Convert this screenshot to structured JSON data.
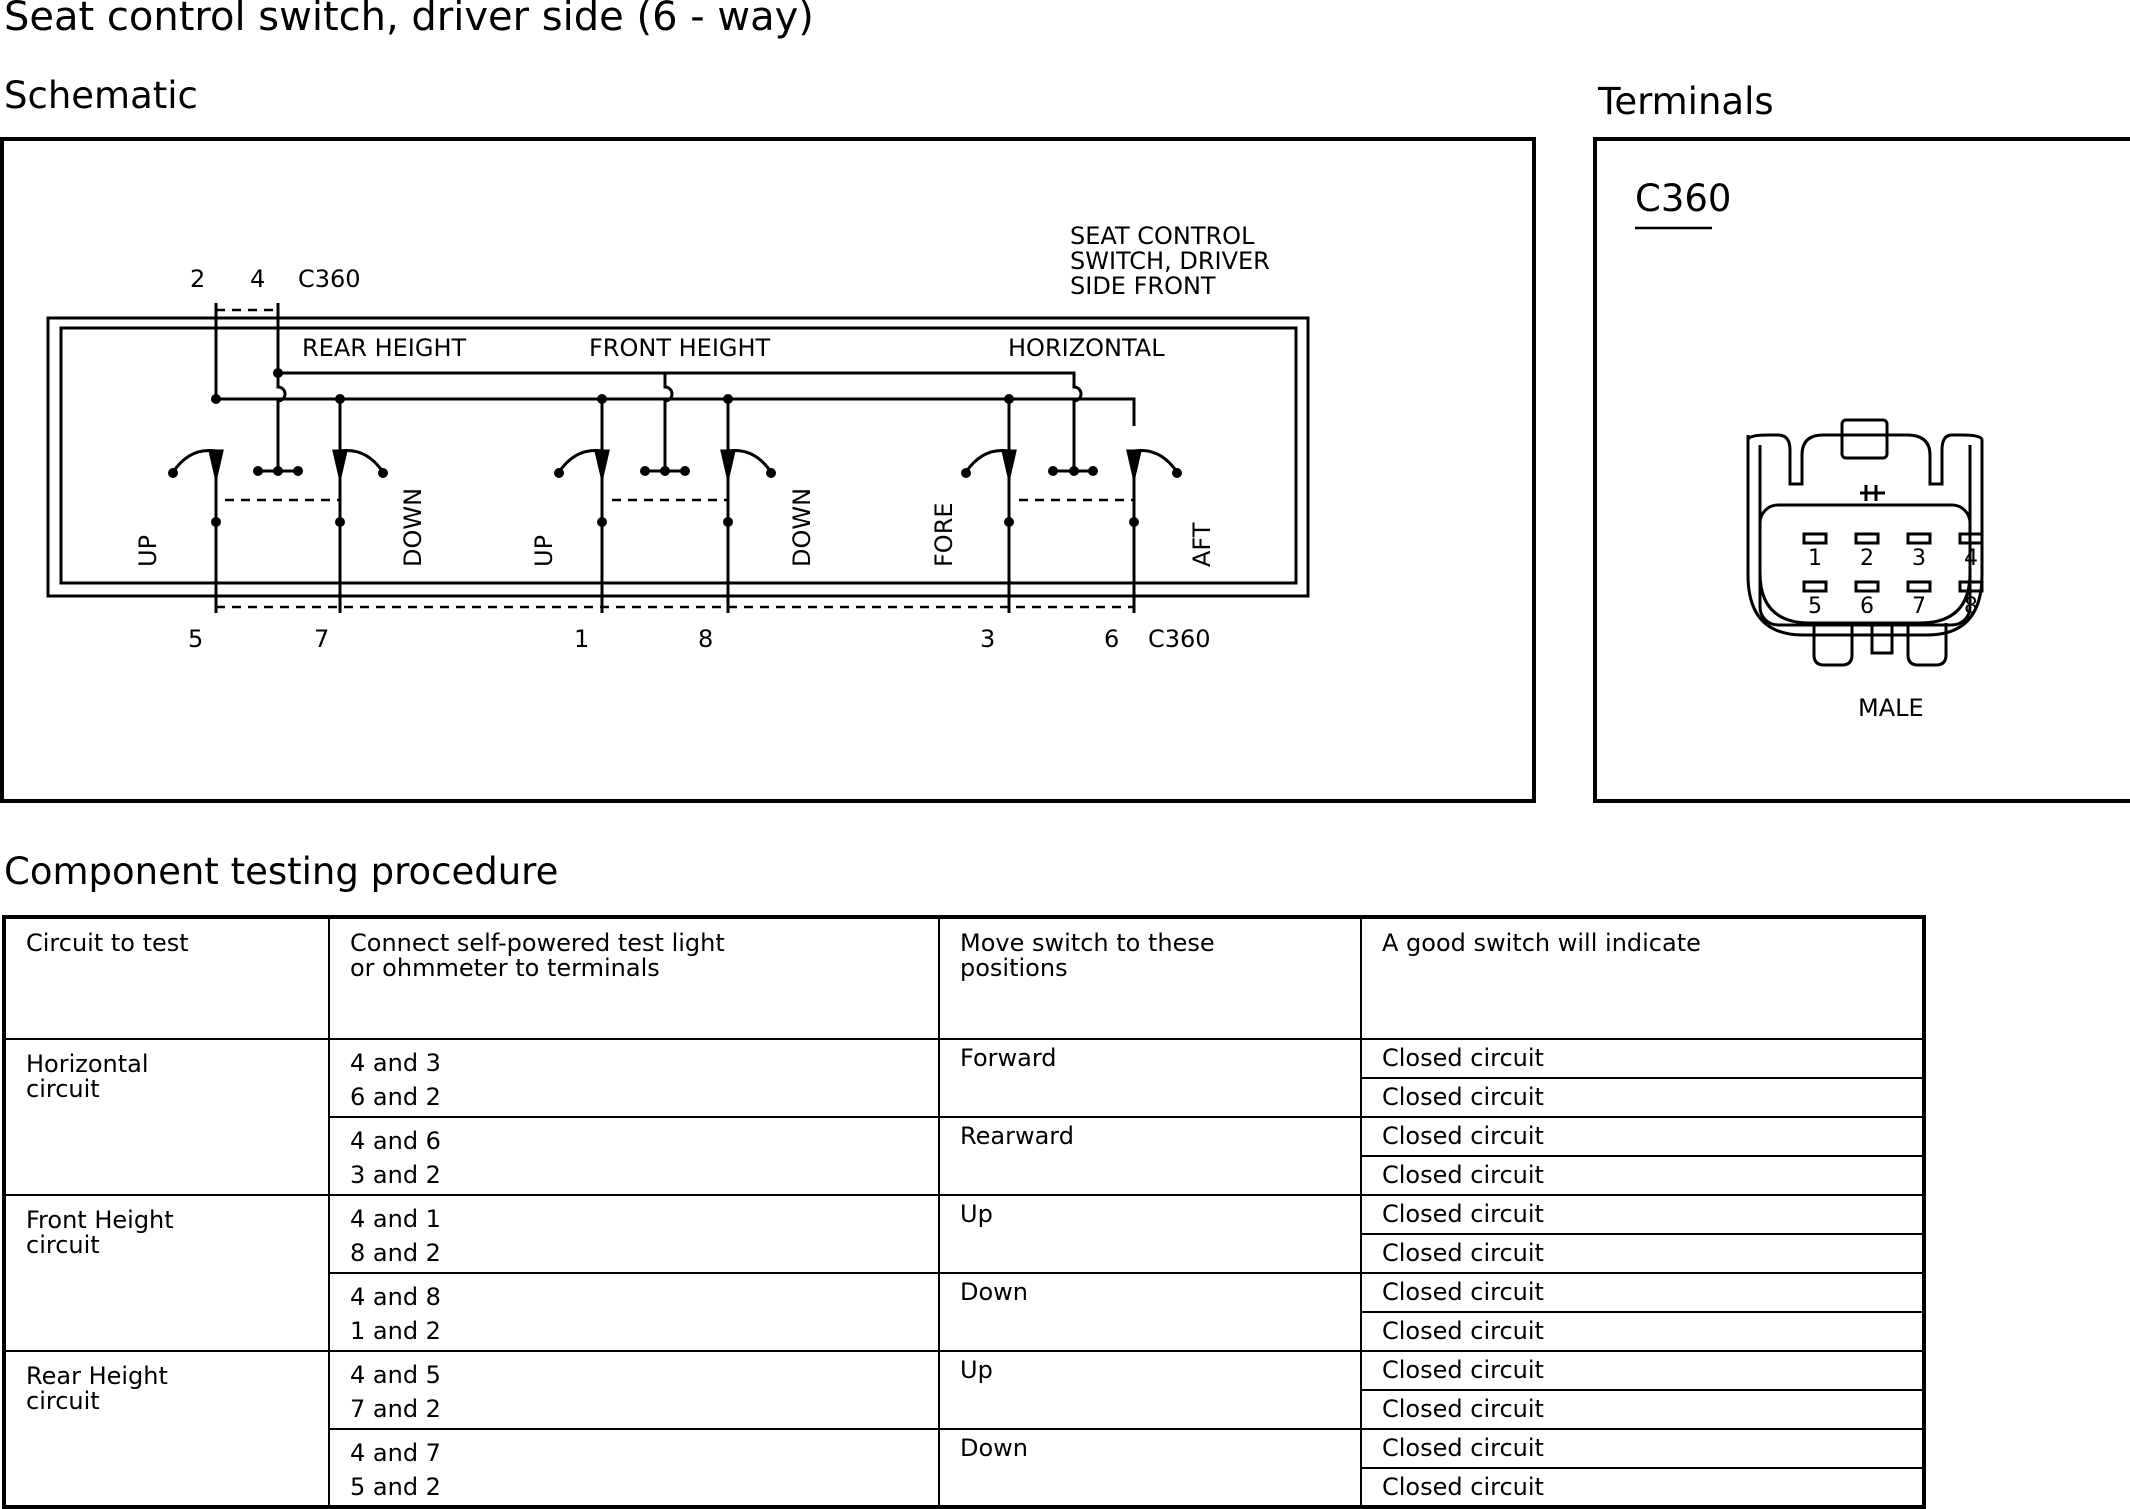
{
  "page_title": "Seat control switch, driver side (6 - way)",
  "schematic": {
    "heading": "Schematic",
    "switch_label": [
      "SEAT CONTROL",
      "SWITCH, DRIVER",
      "SIDE FRONT"
    ],
    "connector": "C360",
    "top_pins": [
      "2",
      "4"
    ],
    "bottom_pins": [
      "5",
      "7",
      "1",
      "8",
      "3",
      "6"
    ],
    "sections": [
      "REAR HEIGHT",
      "FRONT HEIGHT",
      "HORIZONTAL"
    ],
    "positions": [
      "UP",
      "DOWN",
      "UP",
      "DOWN",
      "FORE",
      "AFT"
    ]
  },
  "terminals": {
    "heading": "Terminals",
    "connector": "C360",
    "pins": [
      "1",
      "2",
      "3",
      "4",
      "5",
      "6",
      "7",
      "8"
    ],
    "gender": "MALE"
  },
  "testing": {
    "heading": "Component testing procedure",
    "headers": [
      "Circuit to test",
      "Connect self-powered test light",
      "or ohmmeter to terminals",
      "Move switch to these",
      "positions",
      "A good switch will indicate"
    ],
    "circuits": [
      {
        "name": [
          "Horizontal",
          "circuit"
        ],
        "steps": [
          {
            "terminals": [
              "4 and 3",
              "6 and 2"
            ],
            "position": "Forward",
            "results": [
              "Closed circuit",
              "Closed circuit"
            ]
          },
          {
            "terminals": [
              "4 and 6",
              "3 and 2"
            ],
            "position": "Rearward",
            "results": [
              "Closed circuit",
              "Closed circuit"
            ]
          }
        ]
      },
      {
        "name": [
          "Front Height",
          "circuit"
        ],
        "steps": [
          {
            "terminals": [
              "4 and 1",
              "8 and 2"
            ],
            "position": "Up",
            "results": [
              "Closed circuit",
              "Closed circuit"
            ]
          },
          {
            "terminals": [
              "4 and 8",
              "1 and 2"
            ],
            "position": "Down",
            "results": [
              "Closed circuit",
              "Closed circuit"
            ]
          }
        ]
      },
      {
        "name": [
          "Rear Height",
          "circuit"
        ],
        "steps": [
          {
            "terminals": [
              "4 and 5",
              "7 and 2"
            ],
            "position": "Up",
            "results": [
              "Closed circuit",
              "Closed circuit"
            ]
          },
          {
            "terminals": [
              "4 and 7",
              "5 and 2"
            ],
            "position": "Down",
            "results": [
              "Closed circuit",
              "Closed circuit"
            ]
          }
        ]
      }
    ]
  }
}
